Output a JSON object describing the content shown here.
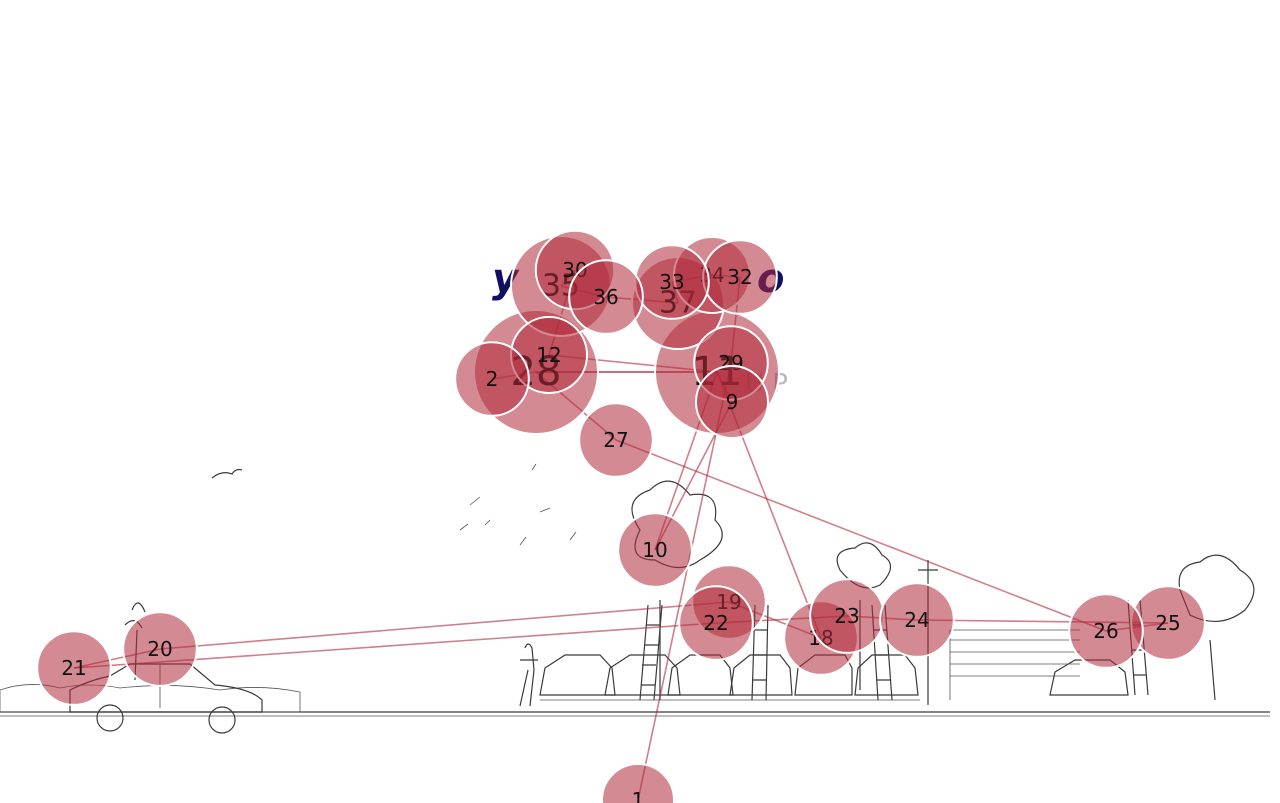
{
  "title_fragment_left": "y",
  "title_fragment_right": "o",
  "colors": {
    "fixation": "#b02a3a",
    "saccade": "#b02a3a",
    "title_text": "#0f1062",
    "background": "#ffffff"
  },
  "fixations": [
    {
      "id": "1",
      "label": "1",
      "size": 0.2
    },
    {
      "id": "2",
      "label": "2",
      "size": 0.22
    },
    {
      "id": "9",
      "label": "9",
      "size": 0.2
    },
    {
      "id": "10",
      "label": "10",
      "size": 0.22
    },
    {
      "id": "11",
      "label": "11",
      "size": 0.85
    },
    {
      "id": "12",
      "label": "12",
      "size": 0.25
    },
    {
      "id": "18",
      "label": "18",
      "size": 0.22
    },
    {
      "id": "19",
      "label": "19",
      "size": 0.22
    },
    {
      "id": "20",
      "label": "20",
      "size": 0.22
    },
    {
      "id": "21",
      "label": "21",
      "size": 0.22
    },
    {
      "id": "22",
      "label": "22",
      "size": 0.22
    },
    {
      "id": "23",
      "label": "23",
      "size": 0.22
    },
    {
      "id": "24",
      "label": "24",
      "size": 0.22
    },
    {
      "id": "25",
      "label": "25",
      "size": 0.22
    },
    {
      "id": "26",
      "label": "26",
      "size": 0.22
    },
    {
      "id": "27",
      "label": "27",
      "size": 0.22
    },
    {
      "id": "28",
      "label": "28",
      "size": 0.85
    },
    {
      "id": "29",
      "label": "29",
      "size": 0.22
    },
    {
      "id": "30",
      "label": "30",
      "size": 0.28
    },
    {
      "id": "32",
      "label": "32",
      "size": 0.22
    },
    {
      "id": "33",
      "label": "33",
      "size": 0.22
    },
    {
      "id": "34",
      "label": "34",
      "size": 0.25
    },
    {
      "id": "35",
      "label": "35",
      "size": 0.55
    },
    {
      "id": "36",
      "label": "36",
      "size": 0.22
    },
    {
      "id": "37",
      "label": "37",
      "size": 0.45
    }
  ],
  "scanpath": [
    "2",
    "28",
    "11",
    "9",
    "10",
    "11",
    "28",
    "27",
    "26",
    "25",
    "24",
    "23",
    "22",
    "21",
    "20",
    "19",
    "18",
    "11",
    "12",
    "30",
    "35",
    "36",
    "37",
    "33",
    "34",
    "32",
    "29",
    "1"
  ]
}
